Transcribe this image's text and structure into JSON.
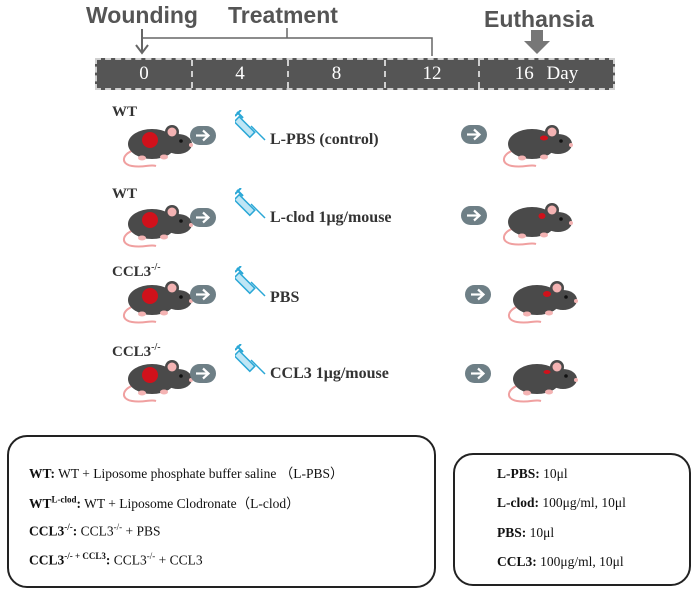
{
  "header": {
    "wounding": "Wounding",
    "treatment": "Treatment",
    "euthansia": "Euthansia"
  },
  "timeline": {
    "days": [
      "0",
      "4",
      "8",
      "12",
      "16"
    ],
    "unit": "Day"
  },
  "groups": [
    {
      "label": "WT",
      "sup": "",
      "treatment": "L-PBS (control)"
    },
    {
      "label": "WT",
      "sup": "",
      "treatment": "L-clod 1μg/mouse"
    },
    {
      "label": "CCL3",
      "sup": "-/-",
      "treatment": "PBS"
    },
    {
      "label": "CCL3",
      "sup": "-/-",
      "treatment": "CCL3 1μg/mouse"
    }
  ],
  "legend_left": [
    {
      "term": "WT",
      "term_sup": "",
      "colon": ":",
      "text": " WT + Liposome phosphate buffer saline （L-PBS）"
    },
    {
      "term": "WT",
      "term_sup": "L-clod",
      "colon": ":",
      "text": " WT + Liposome Clodronate（L-clod）"
    },
    {
      "term": "CCL3",
      "term_sup": "-/-",
      "colon": ":",
      "text_a": " CCL3",
      "text_a_sup": "-/-",
      "text_b": " + PBS"
    },
    {
      "term": "CCL3",
      "term_sup": "-/- + CCL3",
      "colon": ":",
      "text_a": " CCL3",
      "text_a_sup": "-/-",
      "text_b": " + CCL3"
    }
  ],
  "legend_right": [
    {
      "term": "L-PBS:",
      "text": " 10μl"
    },
    {
      "term": "L-clod:",
      "text": " 100μg/ml, 10μl"
    },
    {
      "term": "PBS:",
      "text": " 10μl"
    },
    {
      "term": "CCL3:",
      "text": " 100μg/ml, 10μl"
    }
  ],
  "colors": {
    "timeline_fill": "#555555",
    "wound_red": "#d0111b",
    "mouse_body": "#4a4a4a",
    "arrow_button": "#6e7f86",
    "syringe_blue": "#2aa7d6"
  },
  "icons": [
    "mouse-icon",
    "right-arrow-icon",
    "syringe-icon",
    "down-arrow-icon"
  ]
}
